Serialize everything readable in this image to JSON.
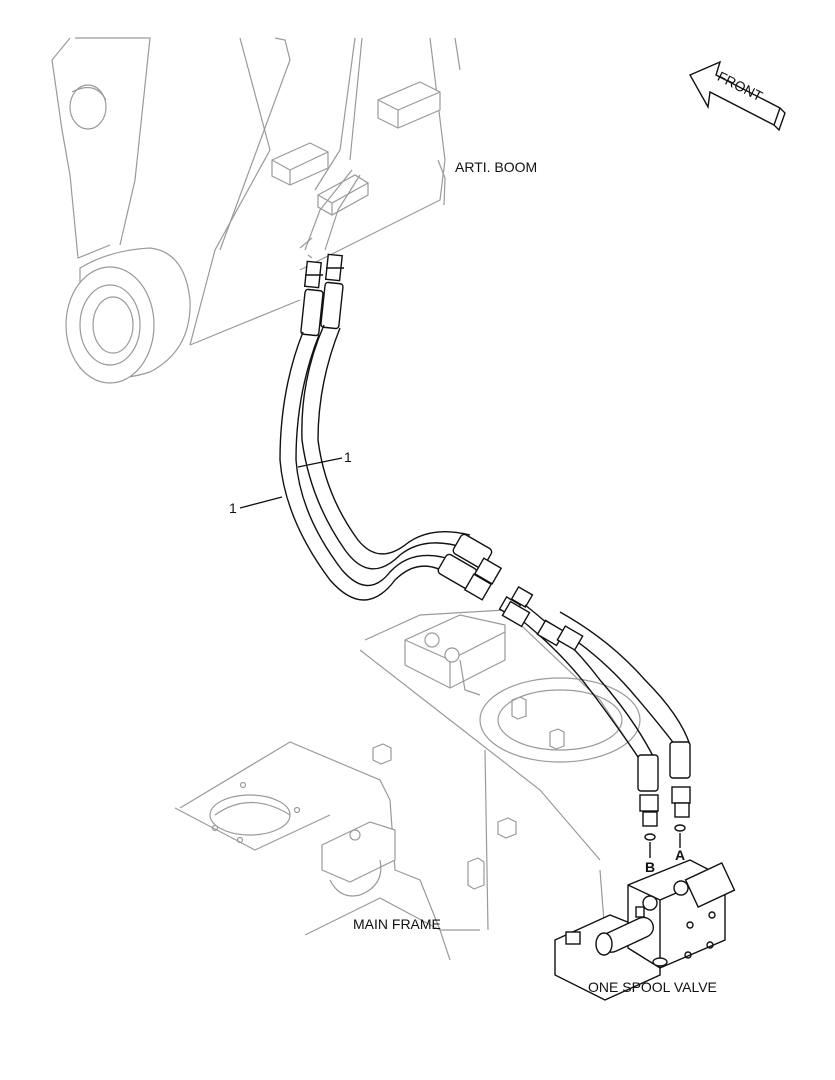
{
  "labels": {
    "front": "FRONT",
    "arti_boom": "ARTI. BOOM",
    "main_frame": "MAIN FRAME",
    "one_spool_valve": "ONE SPOOL VALVE",
    "port_a": "A",
    "port_b": "B",
    "callout_hose_1": "1",
    "callout_hose_2": "1"
  }
}
